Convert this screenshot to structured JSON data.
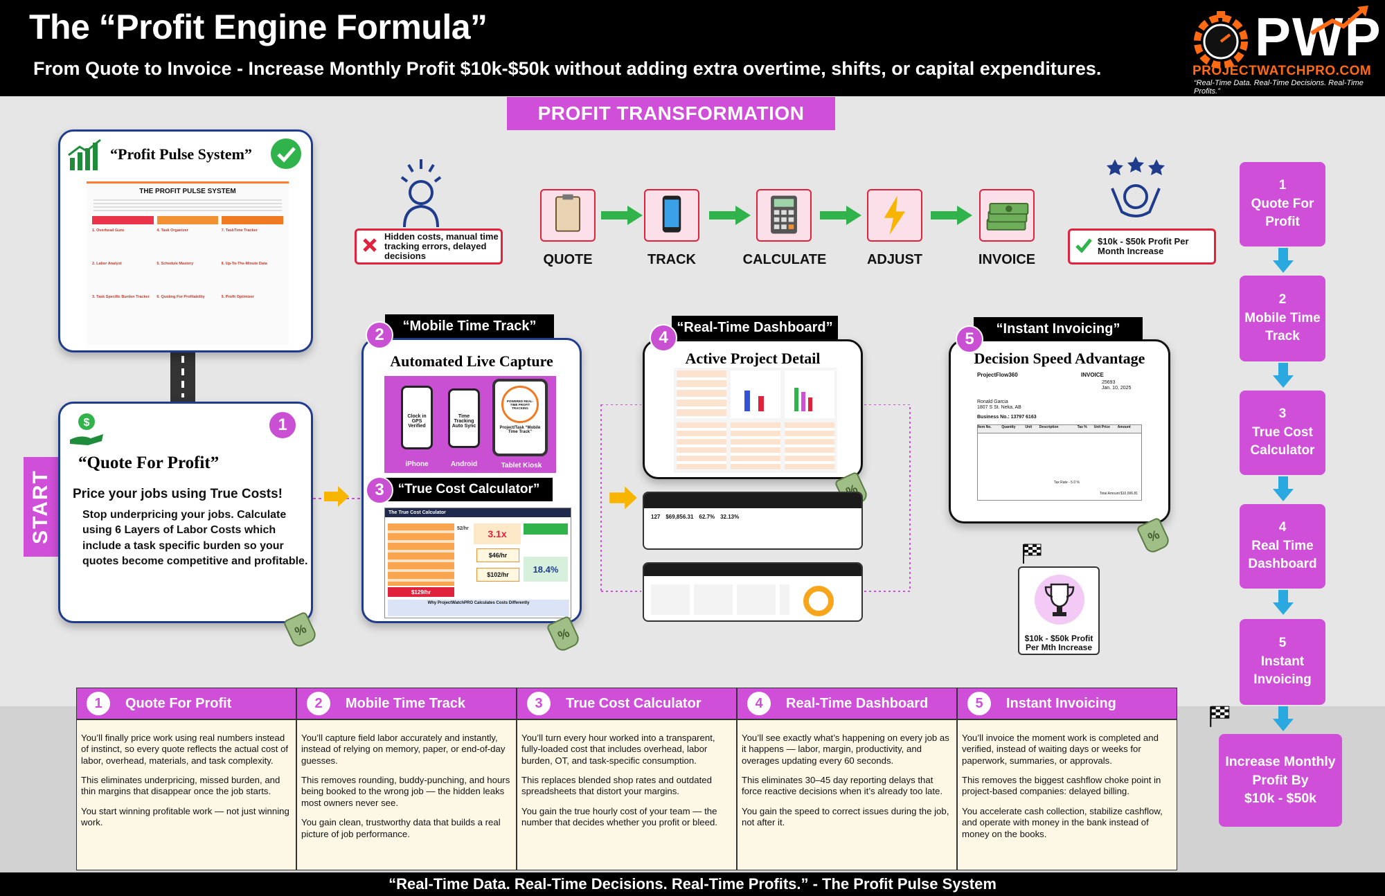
{
  "header": {
    "title": "The “Profit Engine Formula”",
    "subtitle": "From Quote to Invoice - Increase Monthly Profit $10k-$50k without adding extra overtime, shifts, or capital expenditures.",
    "logo_text": "PWP",
    "logo_url": "PROJECTWATCHPRO.COM",
    "logo_tagline": "“Real-Time Data. Real-Time Decisions. Real-Time Profits.”"
  },
  "banner": "PROFIT TRANSFORMATION",
  "start_label": "START",
  "pulse_card": {
    "title": "“Profit Pulse System”",
    "doc_title": "THE PROFIT PULSE SYSTEM",
    "doc_sections": [
      "1. Overhead Guru",
      "2. Labor Analyst",
      "3. Task Specific Burden Tracker",
      "4. Task Organizer",
      "5. Schedule Mastery",
      "6. Quoting For Profitability",
      "7. TaskTime Tracker",
      "8. Up-To-The-Minute Data",
      "9. Profit Optimizer"
    ]
  },
  "quote_card": {
    "number": "1",
    "title": "“Quote For Profit”",
    "lead": "Price your jobs using True Costs!",
    "body": "Stop underpricing your jobs.  Calculate using 6 Layers of Labor Costs which include a task specific burden so your quotes become competitive and profitable."
  },
  "pain_point": "Hidden costs, manual time tracking errors, delayed decisions",
  "gain_point": "$10k - $50k Profit Per Month Increase",
  "flow": [
    {
      "label": "QUOTE",
      "icon": "clipboard-icon"
    },
    {
      "label": "TRACK",
      "icon": "phone-icon"
    },
    {
      "label": "CALCULATE",
      "icon": "calculator-icon"
    },
    {
      "label": "ADJUST",
      "icon": "lightning-icon"
    },
    {
      "label": "INVOICE",
      "icon": "money-stack-icon"
    }
  ],
  "mobile_card": {
    "number": "2",
    "label": "“Mobile Time Track”",
    "title": "Automated Live Capture",
    "devices": [
      {
        "caption": "Clock in GPS Verified",
        "name": "iPhone"
      },
      {
        "caption": "Time Tracking Auto Sync",
        "name": "Android"
      },
      {
        "caption": "Project/Task “Mobile Time Track”",
        "name": "Tablet Kiosk"
      }
    ],
    "badge_text": "POWERED REAL-TIME PROFIT TRACKING"
  },
  "calc_card": {
    "number": "3",
    "label": "“True Cost Calculator”",
    "sheet_title": "The True Cost Calculator",
    "multiplier": "3.1x",
    "rates": [
      "52/hr",
      "$46/hr",
      "$102/hr",
      "$129/hr"
    ],
    "margin": "18.4%",
    "footer": "Why ProjectWatchPRO Calculates Costs Differently"
  },
  "dashboard_card": {
    "number": "4",
    "label": "“Real-Time Dashboard”",
    "title": "Active Project Detail",
    "kpis": [
      "127",
      "$69,856.31",
      "62.7%",
      "32.13%"
    ]
  },
  "invoice_card": {
    "number": "5",
    "label": "“Instant Invoicing”",
    "title": "Decision Speed Advantage",
    "brand": "ProjectFlow360",
    "heading": "INVOICE",
    "invoice_no": "25693",
    "date": "Jan. 10, 2025",
    "sold_to": "Ronald Garcia",
    "address": "1807 S St. Neka, AB",
    "business_no": "Business No.: 13797 6163",
    "cols": [
      "Item No.",
      "Quantity",
      "Unit",
      "Description",
      "Tax %",
      "Unit Price",
      "Amount"
    ],
    "tax_rate": "Tax Rate - 5.0 %",
    "total_label": "Total Amount",
    "total": "$10,006.81"
  },
  "trophy_text": "$10k - $50k Profit Per Mth Increase",
  "side_steps": [
    "1\nQuote For\nProfit",
    "2\nMobile Time\nTrack",
    "3\nTrue Cost\nCalculator",
    "4\nReal Time\nDashboard",
    "5\nInstant\nInvoicing",
    "Increase Monthly\nProfit By\n$10k - $50k"
  ],
  "columns": [
    {
      "number": "1",
      "title": "Quote For Profit",
      "paras": [
        "You’ll finally price work using real numbers instead of instinct, so every quote reflects the actual cost of labor, overhead, materials, and task complexity.",
        "This eliminates underpricing, missed burden, and thin margins that disappear once the job starts.",
        "You start winning profitable work — not just winning work."
      ]
    },
    {
      "number": "2",
      "title": "Mobile Time Track",
      "paras": [
        "You’ll capture field labor accurately and instantly, instead of relying on memory, paper, or end-of-day guesses.",
        "This removes rounding, buddy-punching, and hours being booked to the wrong job — the hidden leaks most owners never see.",
        "You gain clean, trustworthy data that builds a real picture of job performance."
      ]
    },
    {
      "number": "3",
      "title": "True Cost Calculator",
      "paras": [
        "You’ll turn every hour worked into a transparent, fully-loaded cost that includes overhead, labor burden, OT, and task-specific consumption.",
        "This replaces blended shop rates and outdated spreadsheets that distort your margins.",
        "You gain the true hourly cost of your team — the number that decides whether you profit or bleed."
      ]
    },
    {
      "number": "4",
      "title": "Real-Time Dashboard",
      "paras": [
        "You’ll see exactly what’s happening on every job as it happens — labor, margin, productivity, and overages updating every 60 seconds.",
        "This eliminates 30–45 day reporting delays that force reactive decisions when it’s already too late.",
        "You gain the speed to correct issues during the job, not after it."
      ]
    },
    {
      "number": "5",
      "title": "Instant Invoicing",
      "paras": [
        "You’ll invoice the moment work is completed and verified, instead of waiting days or weeks for paperwork, summaries, or approvals.",
        "This removes the biggest cashflow choke point in project-based companies: delayed billing.",
        "You accelerate cash collection, stabilize cashflow, and operate with money in the bank instead of money on the books."
      ]
    }
  ],
  "footer": "“Real-Time Data. Real-Time Decisions. Real-Time Profits.” - The Profit Pulse System",
  "colors": {
    "accent": "#d04fd8",
    "navy": "#1f3c8c",
    "arrow_green": "#2fb34a",
    "arrow_blue": "#2aa8e0",
    "alert_red": "#e0223c"
  }
}
